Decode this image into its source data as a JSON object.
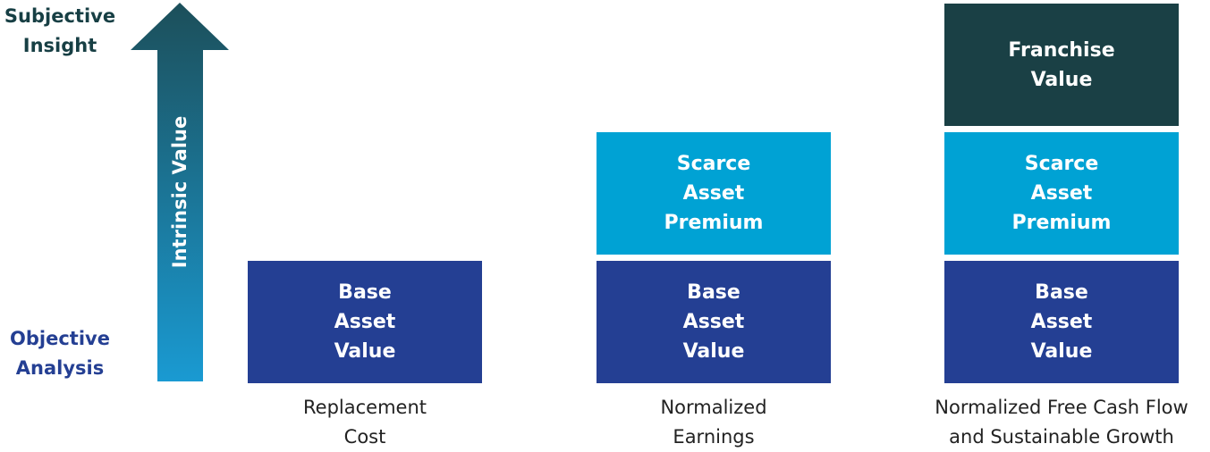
{
  "axis": {
    "top_label": [
      "Subjective",
      "Insight"
    ],
    "bottom_label": [
      "Objective",
      "Analysis"
    ],
    "arrow_label": "Intrinsic Value"
  },
  "colors": {
    "top_label": "#173f44",
    "bottom_label": "#243f93",
    "base_block": "#243f93",
    "scarce_block": "#00a2d4",
    "franchise_block": "#1a4045",
    "arrow_top": "#1c4f5a",
    "arrow_bottom": "#1a9ad2"
  },
  "columns": [
    {
      "label": [
        "Replacement",
        "Cost"
      ],
      "blocks": [
        {
          "kind": "base",
          "lines": [
            "Base",
            "Asset",
            "Value"
          ]
        }
      ]
    },
    {
      "label": [
        "Normalized",
        "Earnings"
      ],
      "blocks": [
        {
          "kind": "scarce",
          "lines": [
            "Scarce",
            "Asset",
            "Premium"
          ]
        },
        {
          "kind": "base",
          "lines": [
            "Base",
            "Asset",
            "Value"
          ]
        }
      ]
    },
    {
      "label": [
        "Normalized Free Cash Flow",
        "and Sustainable Growth"
      ],
      "blocks": [
        {
          "kind": "franchise",
          "lines": [
            "Franchise",
            "Value"
          ]
        },
        {
          "kind": "scarce",
          "lines": [
            "Scarce",
            "Asset",
            "Premium"
          ]
        },
        {
          "kind": "base",
          "lines": [
            "Base",
            "Asset",
            "Value"
          ]
        }
      ]
    }
  ]
}
